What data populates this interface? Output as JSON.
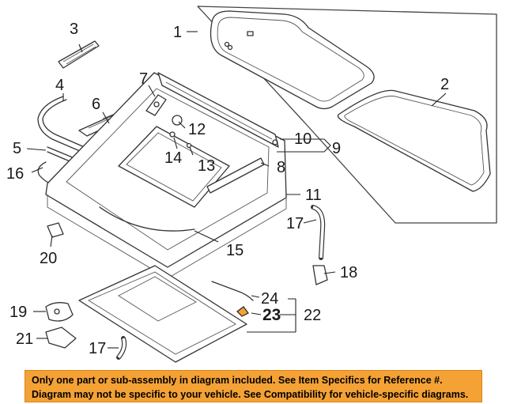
{
  "callouts": {
    "c1": "1",
    "c2": "2",
    "c3": "3",
    "c4": "4",
    "c5": "5",
    "c6": "6",
    "c7": "7",
    "c8": "8",
    "c9": "9",
    "c10": "10",
    "c11": "11",
    "c12": "12",
    "c13": "13",
    "c14": "14",
    "c15": "15",
    "c16": "16",
    "c17a": "17",
    "c17b": "17",
    "c18": "18",
    "c19": "19",
    "c20": "20",
    "c21": "21",
    "c22": "22",
    "c23": "23",
    "c24": "24"
  },
  "highlight_color": "#f4a135",
  "notice": {
    "line1": "Only one part or sub-assembly in diagram included. See Item Specifics for Reference #.",
    "line2": "Diagram may not be specific to your vehicle. See Compatibility for vehicle-specific diagrams."
  }
}
